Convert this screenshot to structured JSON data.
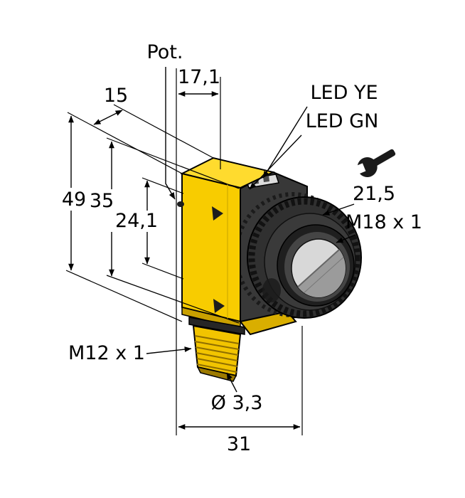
{
  "diagram": {
    "type": "technical-dimension-drawing",
    "background": "#FFFFFF",
    "colors": {
      "body_yellow": "#F8CC00",
      "body_top_yellow": "#FFDB2E",
      "body_shadow_yellow": "#C9A000",
      "head_gray": "#383838",
      "nut_gray": "#303030",
      "lens_silver": "#D8D8D8",
      "outline": "#000000"
    },
    "labels": {
      "pot": "Pot.",
      "dim_17_1": "17,1",
      "dim_15": "15",
      "dim_49": "49",
      "dim_35": "35",
      "dim_24_1": "24,1",
      "led_ye": "LED YE",
      "led_gn": "LED GN",
      "dim_21_5": "21,5",
      "m18_thread": "M18 x 1",
      "m12_thread": "M12 x 1",
      "hole_dia": "Ø 3,3",
      "dim_31": "31"
    },
    "icons": [
      "wrench-icon"
    ]
  }
}
